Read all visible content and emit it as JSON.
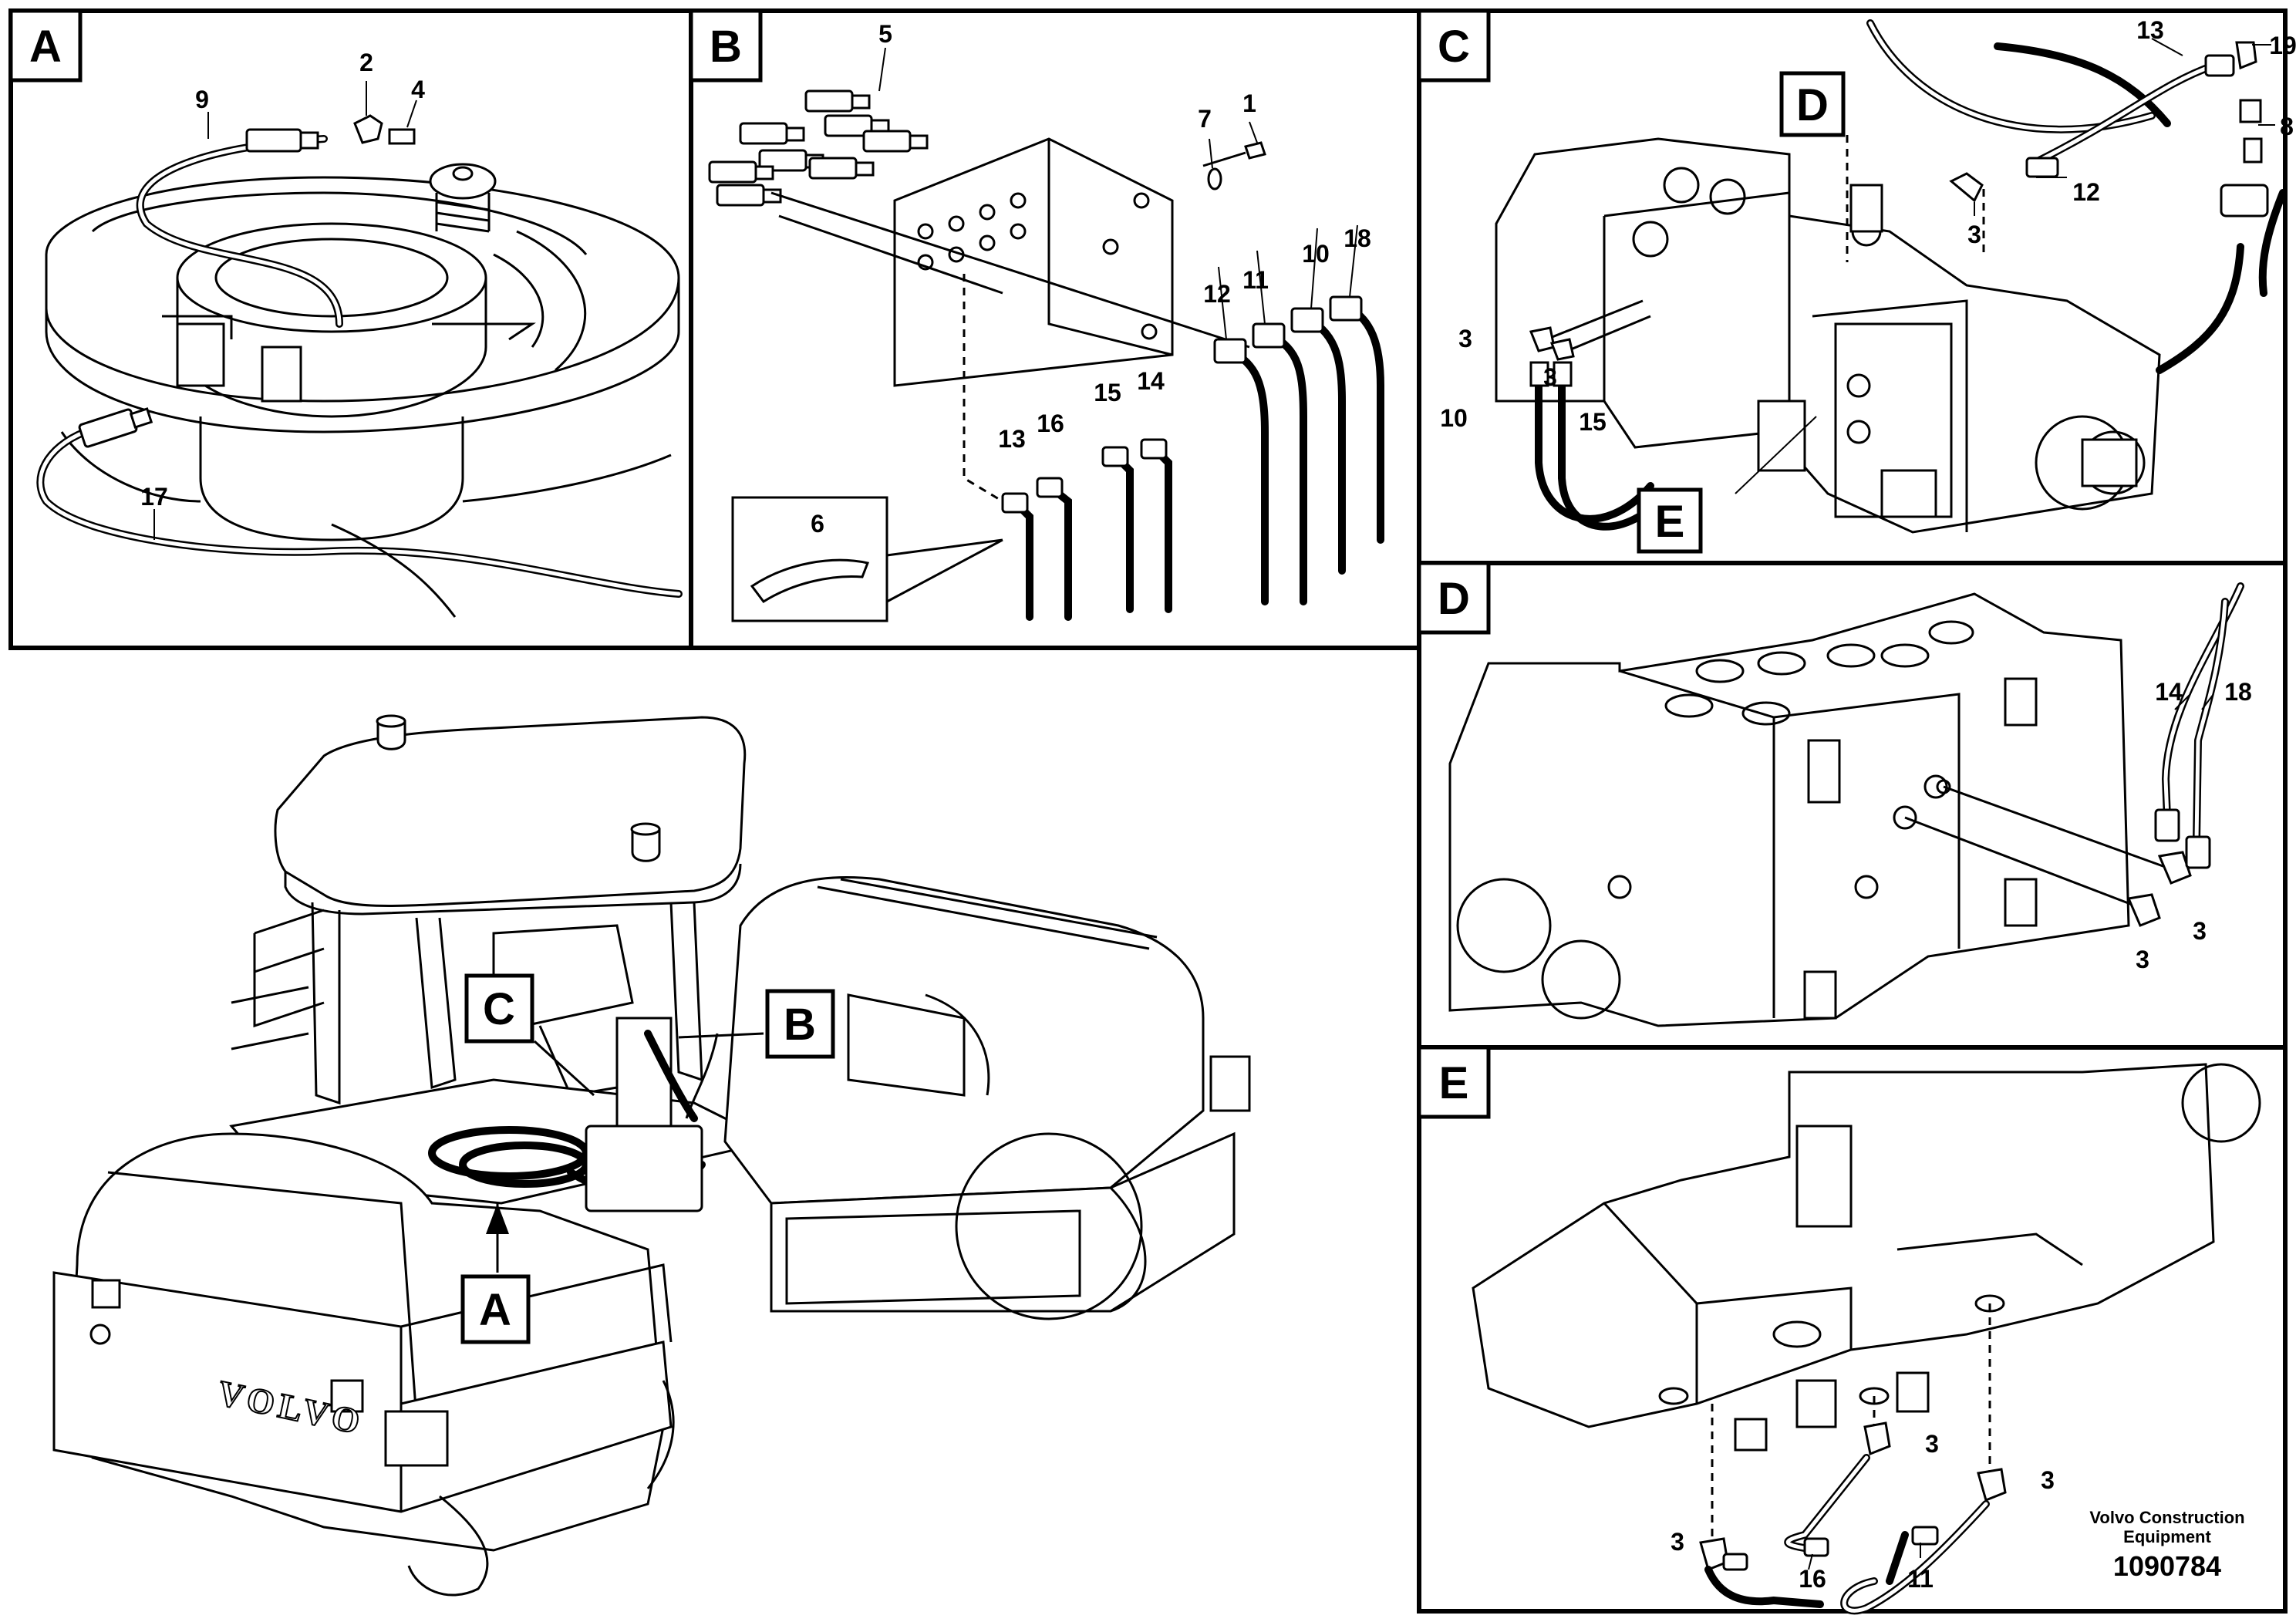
{
  "panels": {
    "A": {
      "label": "A",
      "callouts": [
        "9",
        "2",
        "4",
        "17"
      ]
    },
    "B": {
      "label": "B",
      "callouts": [
        "5",
        "7",
        "1",
        "12",
        "11",
        "10",
        "18",
        "13",
        "16",
        "15",
        "14",
        "6"
      ]
    },
    "C": {
      "label": "C",
      "callouts": [
        "13",
        "19",
        "8",
        "12",
        "3",
        "3",
        "3",
        "10",
        "15"
      ],
      "view_labels": [
        "D",
        "E"
      ]
    },
    "D": {
      "label": "D",
      "callouts": [
        "14",
        "18",
        "3",
        "3"
      ]
    },
    "E": {
      "label": "E",
      "callouts": [
        "3",
        "3",
        "3",
        "16",
        "11"
      ]
    },
    "overview": {
      "view_labels": [
        "C",
        "B",
        "A"
      ],
      "brand": "VOLVO"
    }
  },
  "footer": {
    "company_line1": "Volvo Construction",
    "company_line2": "Equipment",
    "drawing_number": "1090784"
  }
}
